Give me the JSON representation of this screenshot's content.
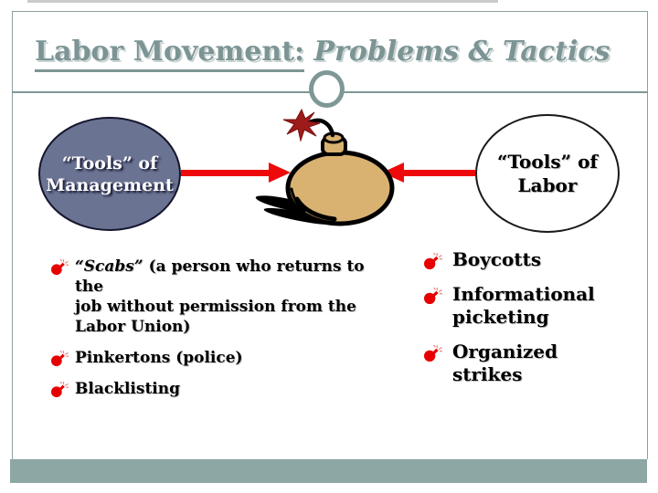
{
  "slide": {
    "title": {
      "underlined": "Labor Movement:",
      "italic": " Problems & Tactics"
    },
    "diagram": {
      "left_oval": {
        "line1": "“Tools” of",
        "line2": "Management"
      },
      "right_oval": {
        "line1": "“Tools” of",
        "line2": "Labor"
      },
      "center_icon": "bomb-with-lit-fuse"
    },
    "left_list": [
      {
        "italic": "“Scabs”",
        "lines": [
          " (a person who returns to the",
          "job without permission from the",
          "Labor Union)"
        ]
      },
      {
        "italic": "",
        "lines": [
          "Pinkertons (police)"
        ]
      },
      {
        "italic": "",
        "lines": [
          "Blacklisting"
        ]
      }
    ],
    "right_list": [
      {
        "lines": [
          "Boycotts"
        ]
      },
      {
        "lines": [
          "Informational",
          "picketing"
        ]
      },
      {
        "lines": [
          "Organized",
          "strikes"
        ]
      }
    ],
    "colors": {
      "accent_teal": "#7e9797",
      "title_shadow": "#c9d3d3",
      "bottom_bar": "#8ca7a4",
      "oval_fill": "#6a7391",
      "arrow_red": "#ee0a0a",
      "bomb_tan": "#d9b272",
      "spark_dark_red": "#9e1b1b",
      "bullet_red": "#e60000"
    }
  }
}
